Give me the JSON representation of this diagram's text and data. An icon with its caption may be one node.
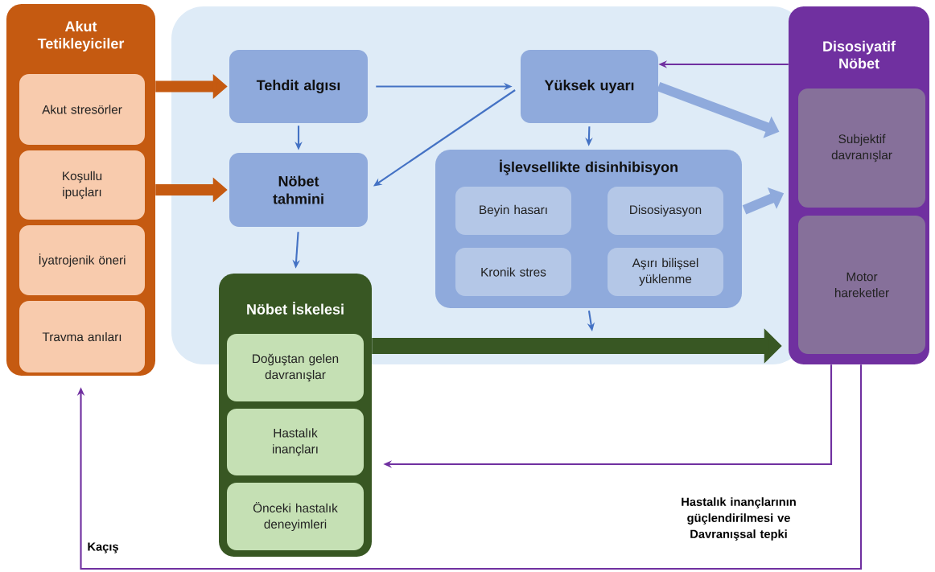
{
  "diagram": {
    "nodes": [
      {
        "text": [
          "Akut Tetikleyiciler"
        ]
      },
      {
        "text": [
          "Akut stresörler"
        ],
        "in": 0
      },
      {
        "text": [
          "Koşullu ipuçları"
        ],
        "in": 0
      },
      {
        "text": [
          "İyatrojenik öneri"
        ],
        "in": 0
      },
      {
        "text": [
          "Travma anıları"
        ],
        "in": 0
      },
      {
        "text": [
          "Tehdit algısı"
        ]
      },
      {
        "text": [
          "Nöbet tahmini"
        ]
      },
      {
        "text": [
          "Yüksek uyarı"
        ]
      },
      {
        "text": [
          "İşlevsellikte disinhibisyon"
        ]
      },
      {
        "text": [
          "Beyin hasarı"
        ],
        "in": 8
      },
      {
        "text": [
          "Disosiyasyon"
        ],
        "in": 8
      },
      {
        "text": [
          "Kronik stres"
        ],
        "in": 8
      },
      {
        "text": [
          "Aşırı bilişsel yüklenme"
        ],
        "in": 8
      },
      {
        "text": [
          "Nöbet İskelesi"
        ]
      },
      {
        "text": [
          "Doğuştan gelen davranışlar"
        ],
        "in": 13
      },
      {
        "text": [
          "Hastalık inançları"
        ],
        "in": 13
      },
      {
        "text": [
          "Önceki hastalık deneyimleri"
        ],
        "in": 13
      },
      {
        "text": [
          "Disosiyatif Nöbet"
        ]
      },
      {
        "text": [
          "Subjektif davranışlar"
        ],
        "in": 17
      },
      {
        "text": [
          "Motor hareketler"
        ],
        "in": 17
      }
    ],
    "edges": [
      {
        "from": 0,
        "to": 5,
        "arrow": "to",
        "style": "thick",
        "color": "#c55a11"
      },
      {
        "from": 0,
        "to": 6,
        "arrow": "to",
        "style": "thick",
        "color": "#c55a11"
      },
      {
        "from": 5,
        "to": 7,
        "arrow": "to"
      },
      {
        "from": 5,
        "to": 6,
        "arrow": "to"
      },
      {
        "from": 7,
        "to": 6,
        "arrow": "to"
      },
      {
        "from": 7,
        "to": 8,
        "arrow": "to"
      },
      {
        "from": 6,
        "to": 13,
        "arrow": "to"
      },
      {
        "from": 7,
        "to": 17,
        "arrow": "to",
        "style": "thick",
        "color": "#8faadc"
      },
      {
        "from": 8,
        "to": 17,
        "arrow": "to",
        "style": "thick",
        "color": "#8faadc"
      },
      {
        "from": 8,
        "to": null,
        "arrow": "to"
      },
      {
        "from": 13,
        "to": 17,
        "arrow": "to",
        "style": "thick",
        "color": "#385723"
      },
      {
        "from": 17,
        "to": 7,
        "arrow": "to",
        "color": "#7030a0"
      },
      {
        "from": 17,
        "to": 15,
        "arrow": "to",
        "color": "#7030a0",
        "label": "Hastalık inançlarının güçlendirilmesi ve Davranışsal tepki"
      },
      {
        "from": 17,
        "to": 0,
        "arrow": "to",
        "color": "#7030a0",
        "label": "Kaçış"
      }
    ]
  }
}
